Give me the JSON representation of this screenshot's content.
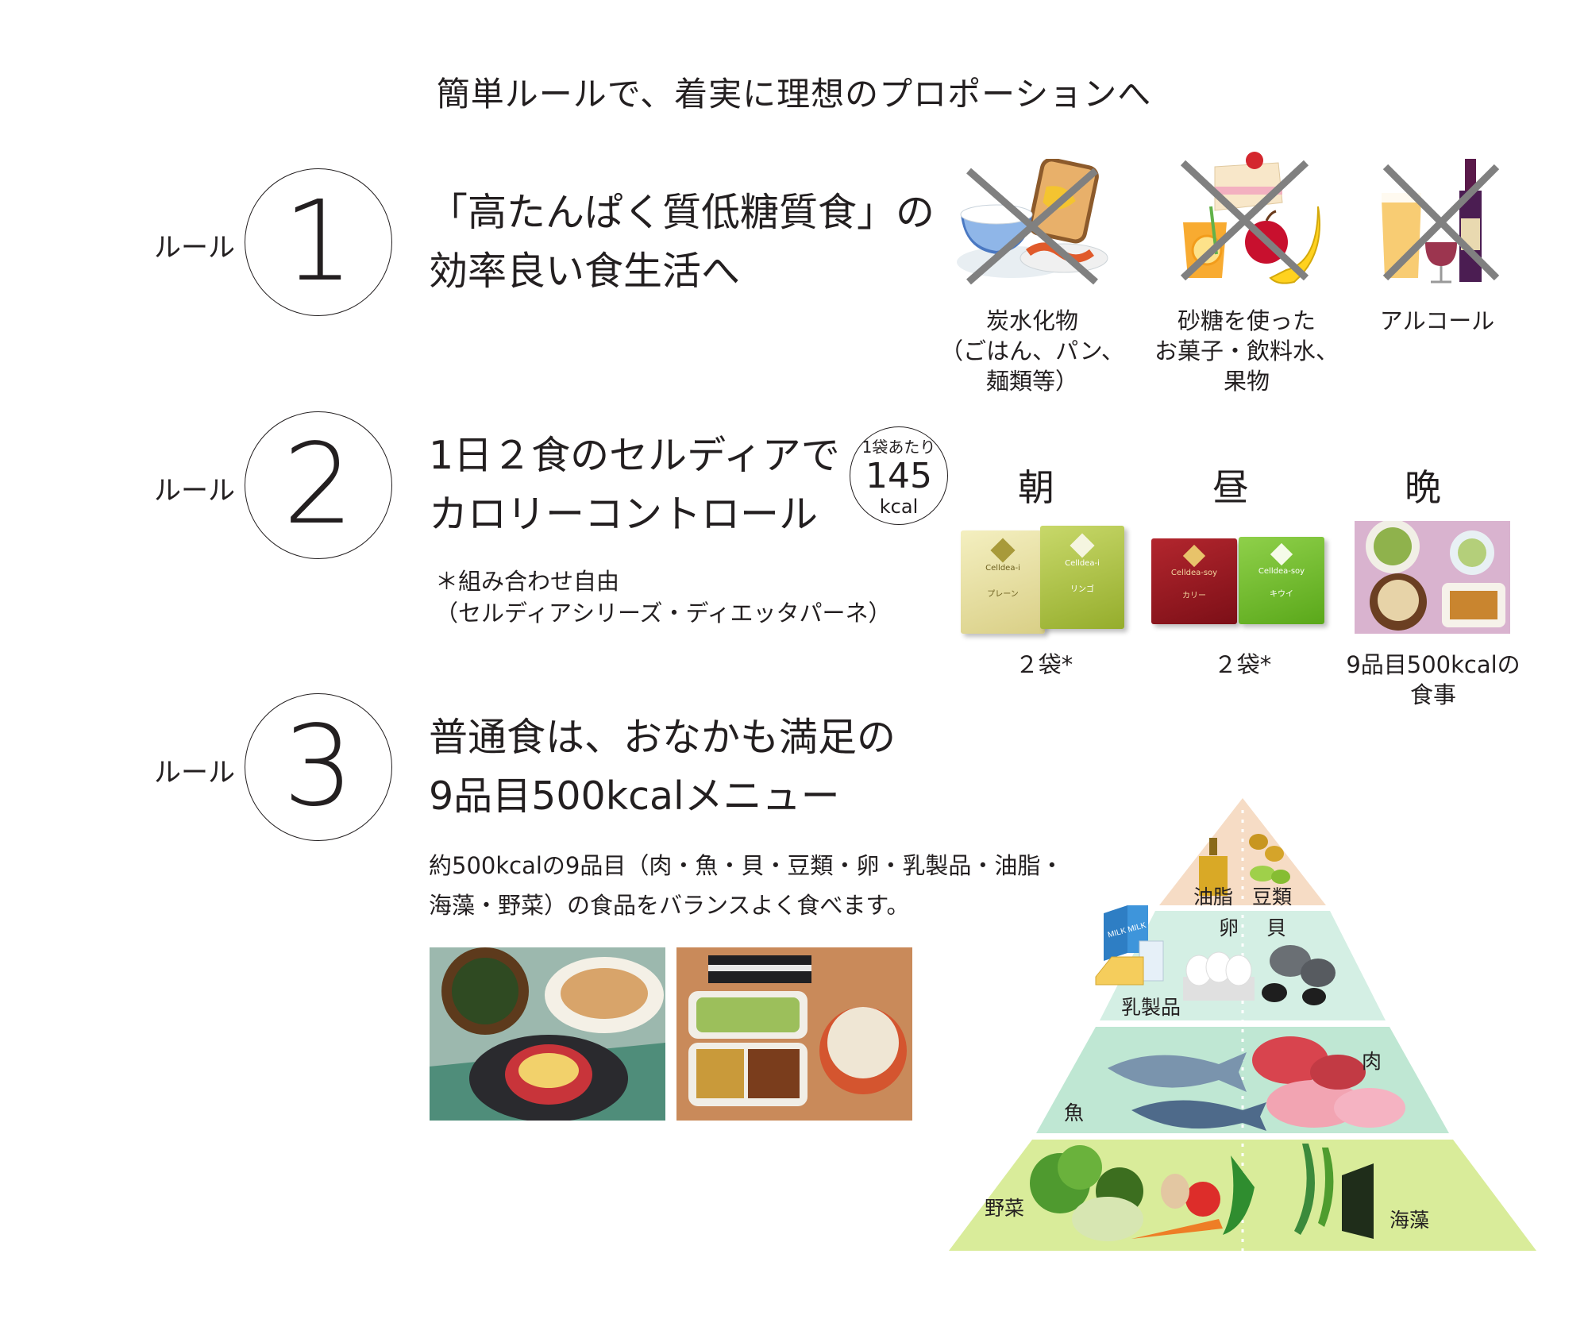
{
  "headline": "簡単ルールで、着実に理想のプロポーションへ",
  "rules": [
    {
      "label": "ルール",
      "number": "1",
      "title_line1": "「高たんぱく質低糖質食」の",
      "title_line2": "効率良い食生活へ",
      "avoid_items": [
        {
          "icon": "bread-rice-pasta-crossed-icon",
          "caption_lines": [
            "炭水化物",
            "（ごはん、パン、",
            "麺類等）"
          ]
        },
        {
          "icon": "cake-juice-fruit-crossed-icon",
          "caption_lines": [
            "砂糖を使った",
            "お菓子・飲料水、",
            "果物"
          ]
        },
        {
          "icon": "beer-wine-crossed-icon",
          "caption_lines": [
            "アルコール"
          ]
        }
      ]
    },
    {
      "label": "ルール",
      "number": "2",
      "title_line1": "1日２食のセルディアで",
      "title_line2": "カロリーコントロール",
      "badge": {
        "top": "1袋あたり",
        "value": "145",
        "unit": "kcal"
      },
      "note_line1": "＊組み合わせ自由",
      "note_line2": "（セルディアシリーズ・ディエッタパーネ）",
      "meals": [
        {
          "name": "朝",
          "caption_lines": [
            "２袋*"
          ]
        },
        {
          "name": "昼",
          "caption_lines": [
            "２袋*"
          ]
        },
        {
          "name": "晩",
          "caption_lines": [
            "9品目500kcalの",
            "食事"
          ]
        }
      ]
    },
    {
      "label": "ルール",
      "number": "3",
      "title_line1": "普通食は、おなかも満足の",
      "title_line2": "9品目500kcalメニュー",
      "desc_line1": "約500kcalの9品目（肉・魚・貝・豆類・卵・乳製品・油脂・",
      "desc_line2": "海藻・野菜）の食品をバランスよく食べます。"
    }
  ],
  "pyramid": {
    "tier1": {
      "left": "油脂",
      "right": "豆類"
    },
    "tier2": {
      "egg": "卵",
      "shell": "貝",
      "dairy": "乳製品",
      "carton": "MILK MILK"
    },
    "tier3": {
      "fish": "魚",
      "meat": "肉"
    },
    "tier4": {
      "veg": "野菜",
      "seaweed": "海藻"
    }
  },
  "pouches": {
    "p1": {
      "brand": "Celldea-i",
      "flavor": "プレーン"
    },
    "p2": {
      "brand": "Celldea-i",
      "flavor": "リンゴ"
    },
    "p3": {
      "brand": "Celldea-soy",
      "flavor": "カリー"
    },
    "p4": {
      "brand": "Celldea-soy",
      "flavor": "キウイ"
    }
  },
  "colors": {
    "text": "#231f20",
    "tier1": "#f6dcc5",
    "tier2": "#d4efe4",
    "tier3": "#bfe7d3",
    "tier4": "#d9ec9a",
    "cross": "#808080"
  }
}
